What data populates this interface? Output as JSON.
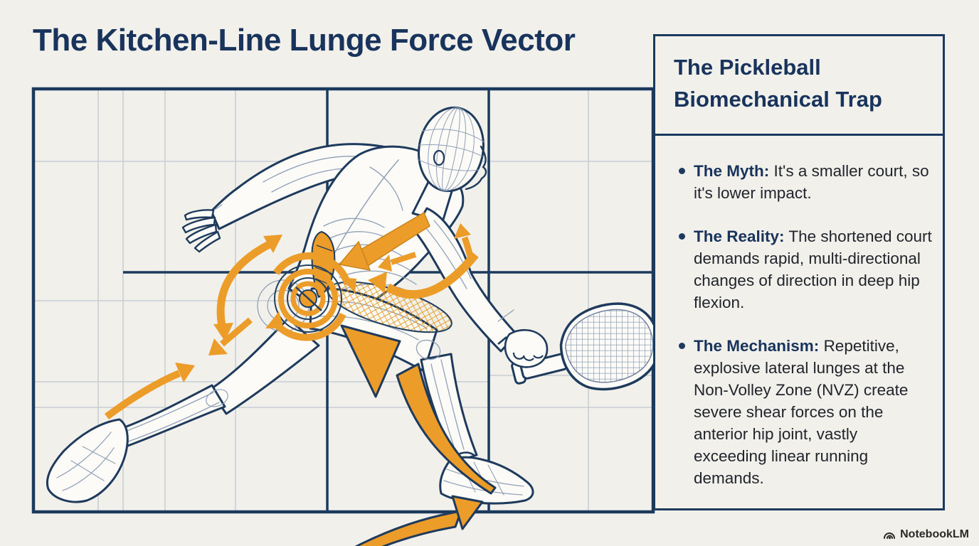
{
  "title": "The Kitchen-Line Lunge Force Vector",
  "panel": {
    "heading": "The Pickleball Biomechanical Trap",
    "bullets": [
      {
        "lead": "The Myth:",
        "text": "It's a smaller court, so it's lower impact."
      },
      {
        "lead": "The Reality:",
        "text": "The shortened court demands rapid, multi-directional changes of direction in deep hip flexion."
      },
      {
        "lead": "The Mechanism:",
        "text": "Repetitive, explosive lateral lunges at the Non-Volley Zone (NVZ) create severe shear forces on the anterior hip joint, vastly exceeding linear running demands."
      }
    ]
  },
  "branding": {
    "label": "NotebookLM"
  },
  "colors": {
    "background": "#f2f0ea",
    "navy": "#1c3a5e",
    "orange": "#ec9c28",
    "grid_gray": "#c8ccd3",
    "ink": "#20242c"
  }
}
